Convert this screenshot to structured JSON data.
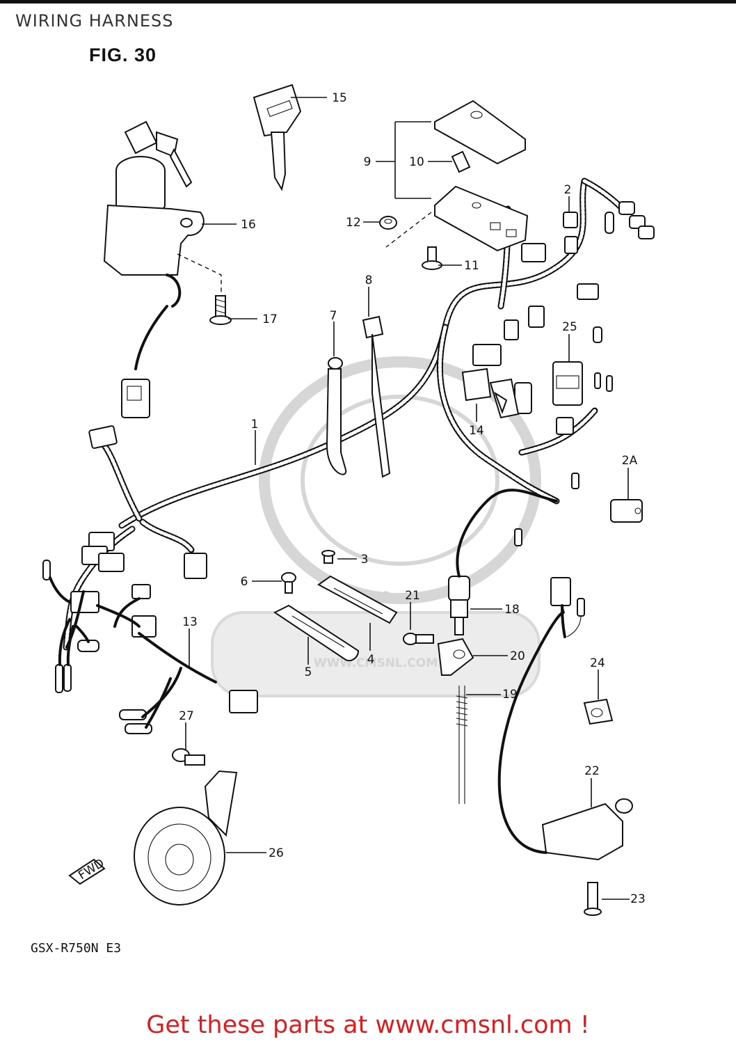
{
  "header": {
    "title": "WIRING HARNESS"
  },
  "figure": {
    "label": "FIG. 30",
    "model": "GSX-R750N E3",
    "fwd_marker": "FWD"
  },
  "watermark": {
    "brand": "CMS",
    "url": "WWW.CMSNL.COM"
  },
  "callouts": {
    "p1": "1",
    "p2": "2",
    "p2a": "2A",
    "p3": "3",
    "p4": "4",
    "p5": "5",
    "p6": "6",
    "p7": "7",
    "p8": "8",
    "p9": "9",
    "p10": "10",
    "p11": "11",
    "p12": "12",
    "p13": "13",
    "p14": "14",
    "p15": "15",
    "p16": "16",
    "p17": "17",
    "p18": "18",
    "p19": "19",
    "p20": "20",
    "p21": "21",
    "p22": "22",
    "p23": "23",
    "p24": "24",
    "p25": "25",
    "p26": "26",
    "p27": "27"
  },
  "footer": {
    "cta": "Get these parts at www.cmsnl.com !"
  }
}
